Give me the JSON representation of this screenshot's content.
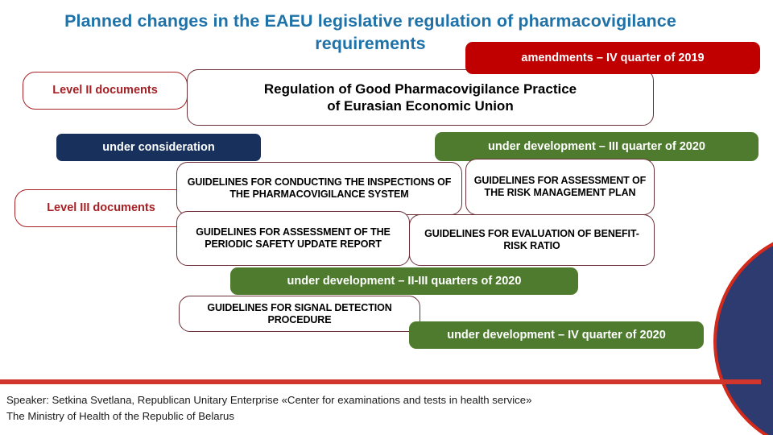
{
  "slide": {
    "title": "Planned changes in the EAEU legislative regulation of pharmacovigilance requirements",
    "accent_colors": {
      "title_blue": "#1F72A8",
      "node_border": "#6B2F37",
      "level_label_red": "#A62025",
      "pill_red": "#C00000",
      "pill_navy": "#17315C",
      "pill_green": "#4E7B2E",
      "rule_red": "#D1352B",
      "circle_navy": "#2E3B70"
    }
  },
  "levels": {
    "level2_label": "Level II documents",
    "level3_label": "Level III documents"
  },
  "documents": {
    "regulation": "Regulation of Good Pharmacovigilance Practice of Eurasian Economic Union",
    "regulation_line1": "Regulation of Good Pharmacovigilance Practice",
    "regulation_line2": "of Eurasian Economic Union",
    "guideline_inspections": "GUIDELINES FOR CONDUCTING THE INSPECTIONS OF THE PHARMACOVIGILANCE SYSTEM",
    "guideline_rmp": "GUIDELINES FOR ASSESSMENT OF THE RISK MANAGEMENT PLAN",
    "guideline_psur": "GUIDELINES FOR ASSESSMENT OF THE PERIODIC SAFETY UPDATE REPORT",
    "guideline_benefit_risk": "GUIDELINES FOR EVALUATION OF BENEFIT-RISK RATIO",
    "guideline_signal": "GUIDELINES FOR SIGNAL DETECTION PROCEDURE"
  },
  "statuses": {
    "amendments_2019": "amendments – IV quarter of 2019",
    "under_consideration": "under consideration",
    "development_q3_2020": "under development – III quarter of 2020",
    "development_q2_q3_2020": "under development – II-III quarters of 2020",
    "development_q4_2020": "under development –  IV quarter of 2020"
  },
  "footer": {
    "line1": "Speaker: Setkina Svetlana, Republican Unitary Enterprise «Center for examinations and tests in health service»",
    "line2": "The Ministry of Health of the Republic of Belarus"
  }
}
